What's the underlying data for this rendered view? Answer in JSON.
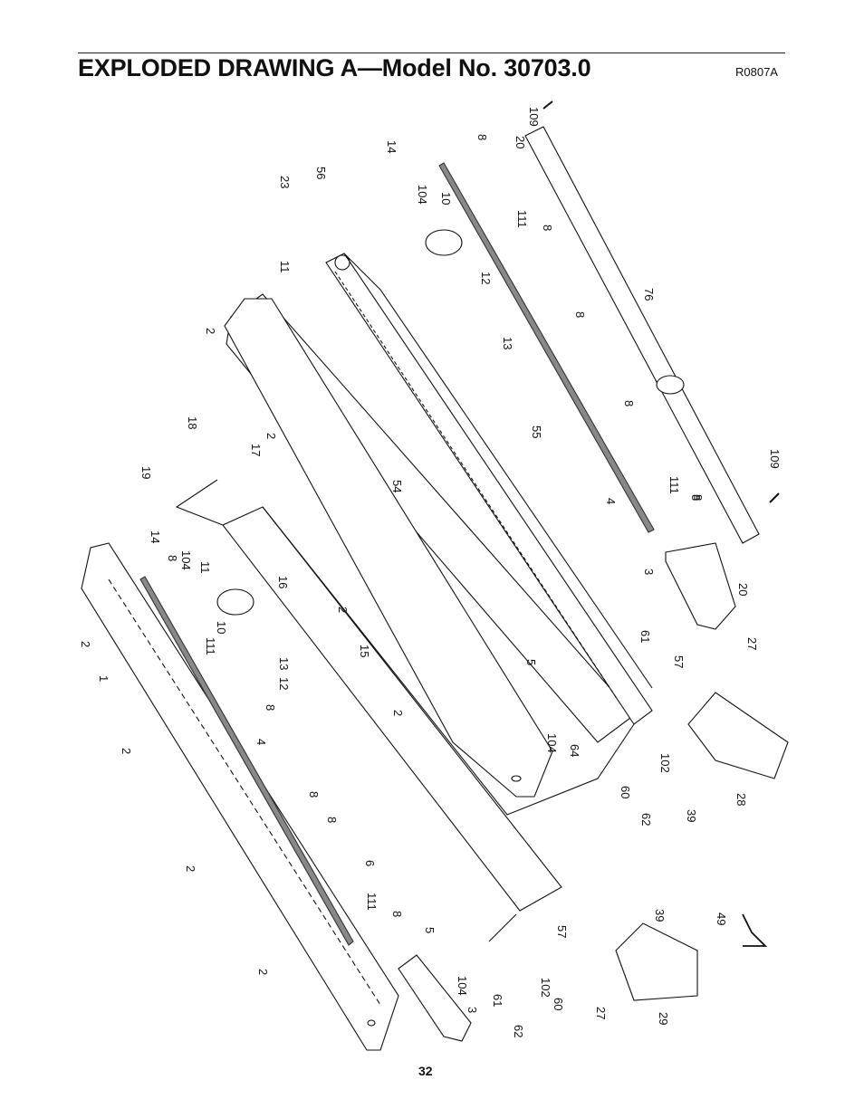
{
  "header": {
    "title": "EXPLODED DRAWING A—Model No. 30703.0",
    "code": "R0807A"
  },
  "footer": {
    "page_number": "32"
  },
  "colors": {
    "ink": "#111111",
    "paper": "#ffffff",
    "rail": "#555555"
  },
  "callouts": [
    {
      "text": "109"
    },
    {
      "text": "20"
    },
    {
      "text": "8"
    },
    {
      "text": "14"
    },
    {
      "text": "104"
    },
    {
      "text": "10"
    },
    {
      "text": "23"
    },
    {
      "text": "56"
    },
    {
      "text": "111"
    },
    {
      "text": "8"
    },
    {
      "text": "11"
    },
    {
      "text": "12"
    },
    {
      "text": "76"
    },
    {
      "text": "2"
    },
    {
      "text": "13"
    },
    {
      "text": "8"
    },
    {
      "text": "8"
    },
    {
      "text": "18"
    },
    {
      "text": "55"
    },
    {
      "text": "8"
    },
    {
      "text": "17"
    },
    {
      "text": "2"
    },
    {
      "text": "19"
    },
    {
      "text": "54"
    },
    {
      "text": "4"
    },
    {
      "text": "111"
    },
    {
      "text": "8"
    },
    {
      "text": "109"
    },
    {
      "text": "14"
    },
    {
      "text": "8"
    },
    {
      "text": "104"
    },
    {
      "text": "11"
    },
    {
      "text": "16"
    },
    {
      "text": "2"
    },
    {
      "text": "3"
    },
    {
      "text": "20"
    },
    {
      "text": "10"
    },
    {
      "text": "111"
    },
    {
      "text": "12"
    },
    {
      "text": "13"
    },
    {
      "text": "15"
    },
    {
      "text": "61"
    },
    {
      "text": "27"
    },
    {
      "text": "57"
    },
    {
      "text": "5"
    },
    {
      "text": "1"
    },
    {
      "text": "2"
    },
    {
      "text": "8"
    },
    {
      "text": "2"
    },
    {
      "text": "104"
    },
    {
      "text": "2"
    },
    {
      "text": "64"
    },
    {
      "text": "102"
    },
    {
      "text": "4"
    },
    {
      "text": "28"
    },
    {
      "text": "60"
    },
    {
      "text": "8"
    },
    {
      "text": "39"
    },
    {
      "text": "62"
    },
    {
      "text": "8"
    },
    {
      "text": "6"
    },
    {
      "text": "2"
    },
    {
      "text": "111"
    },
    {
      "text": "8"
    },
    {
      "text": "49"
    },
    {
      "text": "39"
    },
    {
      "text": "5"
    },
    {
      "text": "57"
    },
    {
      "text": "2"
    },
    {
      "text": "104"
    },
    {
      "text": "61"
    },
    {
      "text": "3"
    },
    {
      "text": "102"
    },
    {
      "text": "60"
    },
    {
      "text": "27"
    },
    {
      "text": "29"
    },
    {
      "text": "62"
    }
  ]
}
